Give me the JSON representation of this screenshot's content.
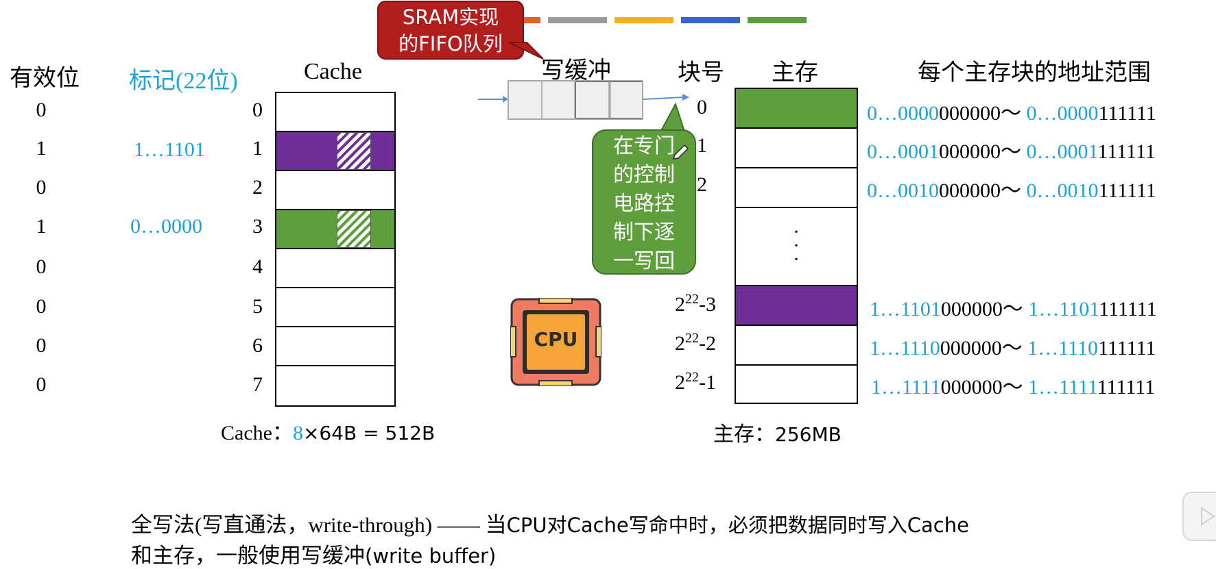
{
  "colors": {
    "accent_blue": "#1aa3d9",
    "purple": "#6f2f98",
    "green": "#5f9e3c",
    "red_callout": "#b21e1e",
    "strip": [
      "#e0622a",
      "#9a9a9a",
      "#f2b21c",
      "#3a64c4",
      "#5f9e3c"
    ]
  },
  "headers": {
    "valid": "有效位",
    "tag": "标记(22位)",
    "cache": "Cache",
    "write_buffer": "写缓冲",
    "block_no": "块号",
    "main_memory": "主存",
    "addr_range": "每个主存块的地址范围"
  },
  "cache_rows": [
    {
      "valid": "0",
      "tag": "",
      "index": "0",
      "fill": "none"
    },
    {
      "valid": "1",
      "tag": "1…1101",
      "index": "1",
      "fill": "purple"
    },
    {
      "valid": "0",
      "tag": "",
      "index": "2",
      "fill": "none"
    },
    {
      "valid": "1",
      "tag": "0…0000",
      "index": "3",
      "fill": "green"
    },
    {
      "valid": "0",
      "tag": "",
      "index": "4",
      "fill": "none"
    },
    {
      "valid": "0",
      "tag": "",
      "index": "5",
      "fill": "none"
    },
    {
      "valid": "0",
      "tag": "",
      "index": "6",
      "fill": "none"
    },
    {
      "valid": "0",
      "tag": "",
      "index": "7",
      "fill": "none"
    }
  ],
  "cache_caption": {
    "prefix": "Cache：",
    "count": "8",
    "suffix": "×64B = 512B"
  },
  "memory_blocks": [
    {
      "label": "0",
      "sup": "",
      "fill": "green",
      "range_start_hi": "0…0000",
      "range_start_lo": "000000～ ",
      "range_end_hi": "0…0000",
      "range_end_lo": "111111"
    },
    {
      "label": "1",
      "sup": "",
      "fill": "none",
      "range_start_hi": "0…0001",
      "range_start_lo": "000000～ ",
      "range_end_hi": "0…0001",
      "range_end_lo": "111111"
    },
    {
      "label": "2",
      "sup": "",
      "fill": "none",
      "range_start_hi": "0…0010",
      "range_start_lo": "000000～ ",
      "range_end_hi": "0…0010",
      "range_end_lo": "111111"
    },
    {
      "label": "-3",
      "sup": "22",
      "base": "2",
      "fill": "purple",
      "range_start_hi": "1…1101",
      "range_start_lo": "000000～ ",
      "range_end_hi": "1…1101",
      "range_end_lo": "111111"
    },
    {
      "label": "-2",
      "sup": "22",
      "base": "2",
      "fill": "none",
      "range_start_hi": "1…1110",
      "range_start_lo": "000000～ ",
      "range_end_hi": "1…1110",
      "range_end_lo": "111111"
    },
    {
      "label": "-1",
      "sup": "22",
      "base": "2",
      "fill": "none",
      "range_start_hi": "1…1111",
      "range_start_lo": "000000～ ",
      "range_end_hi": "1…1111",
      "range_end_lo": "111111"
    }
  ],
  "memory_caption": {
    "prefix": "主存：",
    "value": "256MB"
  },
  "callouts": {
    "sram_line1": "SRAM实现",
    "sram_line2": "的FIFO队列",
    "ctrl_lines": [
      "在专门",
      "的控制",
      "电路控",
      "制下逐",
      "一写回"
    ]
  },
  "cpu_label": "CPU",
  "bottom": {
    "line1_a": "全写法(写直通法，write-through) —— 当",
    "line1_b": "CPU对Cache写命中时，必须把数据同时写入Cache",
    "line2_a": "和主存，一般使用写缓冲",
    "line2_b": "(write buffer)"
  }
}
